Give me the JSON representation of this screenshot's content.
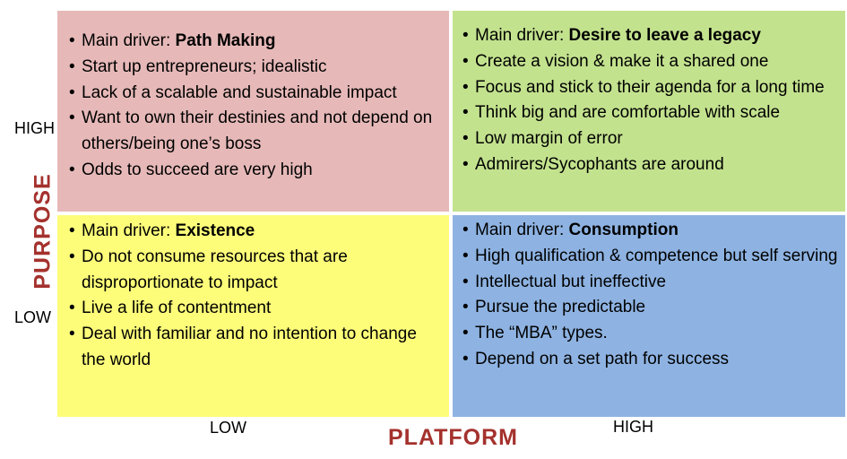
{
  "colors": {
    "top_left": "#e6b9b8",
    "top_right": "#c3e28e",
    "bottom_left": "#fdfd7a",
    "bottom_right": "#8eb3e2",
    "axis_label": "#a4312d"
  },
  "y_axis": {
    "title": "PURPOSE",
    "high": "HIGH",
    "low": "LOW"
  },
  "x_axis": {
    "title": "PLATFORM",
    "low": "LOW",
    "high": "HIGH"
  },
  "quadrants": {
    "top_left": {
      "driver_prefix": "Main driver: ",
      "driver_name": "Path Making",
      "items": [
        "Start up entrepreneurs; idealistic",
        " Lack of a scalable and sustainable impact",
        "Want to own their destinies and not depend on others/being one’s boss",
        "Odds to succeed are very high"
      ]
    },
    "top_right": {
      "driver_prefix": "Main driver: ",
      "driver_name": "Desire to leave a legacy",
      "items": [
        "Create a vision & make it a shared one",
        " Focus and stick to their agenda for a long time",
        "Think big and are comfortable with scale",
        "Low margin of error",
        "Admirers/Sycophants are around"
      ]
    },
    "bottom_left": {
      "driver_prefix": "Main driver: ",
      "driver_name": "Existence",
      "items": [
        "Do not consume resources that are disproportionate to  impact",
        " Live a life of contentment",
        "Deal with familiar and no intention to change the world"
      ]
    },
    "bottom_right": {
      "driver_prefix": "Main driver: ",
      "driver_name": "Consumption",
      "items": [
        "High qualification & competence but self serving",
        " Intellectual but ineffective",
        "Pursue the predictable",
        "The “MBA” types.",
        "Depend on a set path for success"
      ]
    }
  }
}
